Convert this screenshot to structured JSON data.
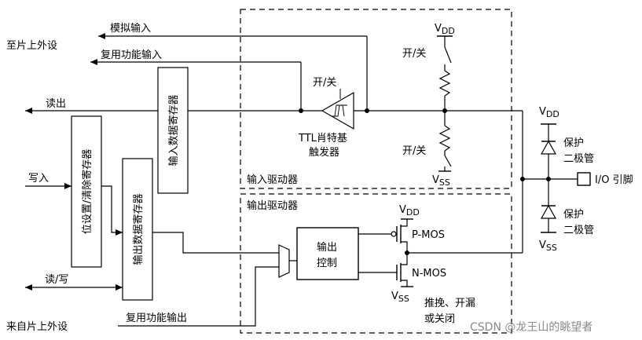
{
  "labels": {
    "to_peripheral": "至片上外设",
    "from_peripheral": "来自片上外设",
    "analog_input": "模拟输入",
    "alt_func_input": "复用功能输入",
    "read_out": "读出",
    "write_in": "写入",
    "read_write": "读/写",
    "alt_func_output": "复用功能输出",
    "input_data_register": "输入数据寄存器",
    "set_reset_register": "位设置/清除寄存器",
    "output_data_register": "输出数据寄存器",
    "switch_label": "开/关",
    "ttl_line1": "TTL肖特基",
    "ttl_line2": "触发器",
    "input_driver": "输入驱动器",
    "output_driver": "输出驱动器",
    "output_control_line1": "输出",
    "output_control_line2": "控制",
    "pmos": "P-MOS",
    "nmos": "N-MOS",
    "vdd": "VDD",
    "vss": "VSS",
    "vdd_sub_main": "V",
    "vdd_sub": "DD",
    "vss_sub": "SS",
    "protect_line1": "保护",
    "protect_line2": "二极管",
    "io_pin": "I/O 引脚",
    "mode_line1": "推挽、开漏",
    "mode_line2": "或关闭",
    "watermark": "CSDN @龙王山的眺望者"
  }
}
